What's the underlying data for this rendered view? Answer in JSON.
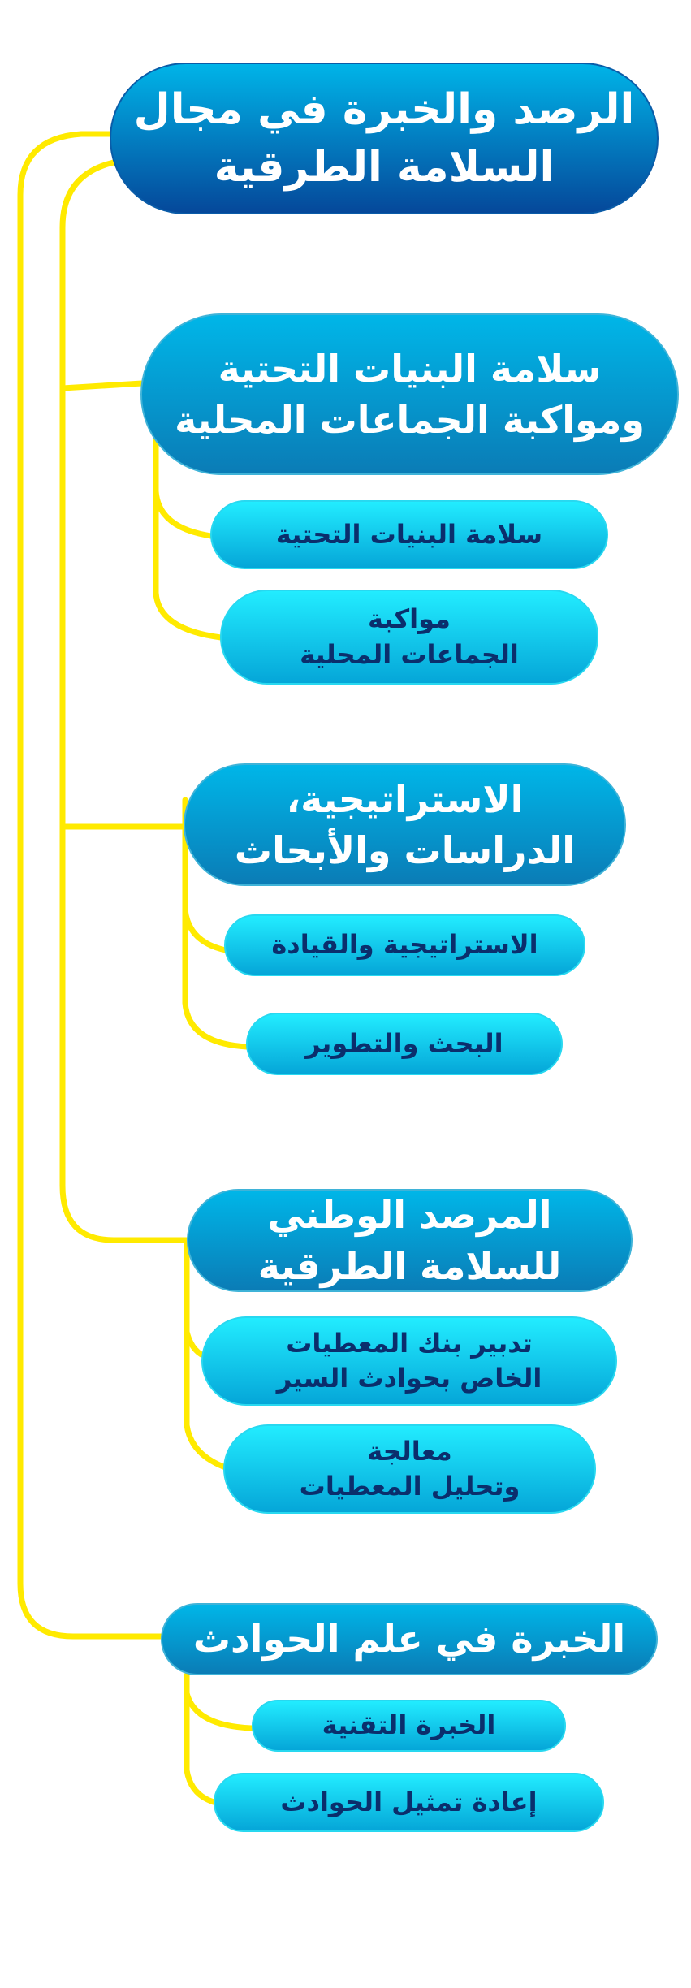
{
  "root": {
    "line1": "الرصد والخبرة في مجال",
    "line2": "السلامة الطرقية"
  },
  "branches": [
    {
      "line1": "سلامة البنيات التحتية",
      "line2": "ومواكبة الجماعات المحلية",
      "children": [
        {
          "line1": "سلامة البنيات التحتية"
        },
        {
          "line1": "مواكبة",
          "line2": "الجماعات المحلية"
        }
      ]
    },
    {
      "line1": "الاستراتيجية،",
      "line2": "الدراسات والأبحاث",
      "children": [
        {
          "line1": "الاستراتيجية والقيادة"
        },
        {
          "line1": "البحث والتطوير"
        }
      ]
    },
    {
      "line1": "المرصد الوطني",
      "line2": "للسلامة الطرقية",
      "children": [
        {
          "line1": "تدبير بنك المعطيات",
          "line2": "الخاص بحوادث السير"
        },
        {
          "line1": "معالجة",
          "line2": "وتحليل المعطيات"
        }
      ]
    },
    {
      "line1": "الخبرة في علم الحوادث",
      "children": [
        {
          "line1": "الخبرة التقنية"
        },
        {
          "line1": "إعادة تمثيل الحوادث"
        }
      ]
    }
  ],
  "colors": {
    "connector": "#ffeb00",
    "main_top": "#00b6e8",
    "main_bottom": "#0a7cb6",
    "leaf_top": "#22ecff",
    "leaf_bottom": "#05a6d8",
    "leaf_text": "#0b2e6c"
  }
}
